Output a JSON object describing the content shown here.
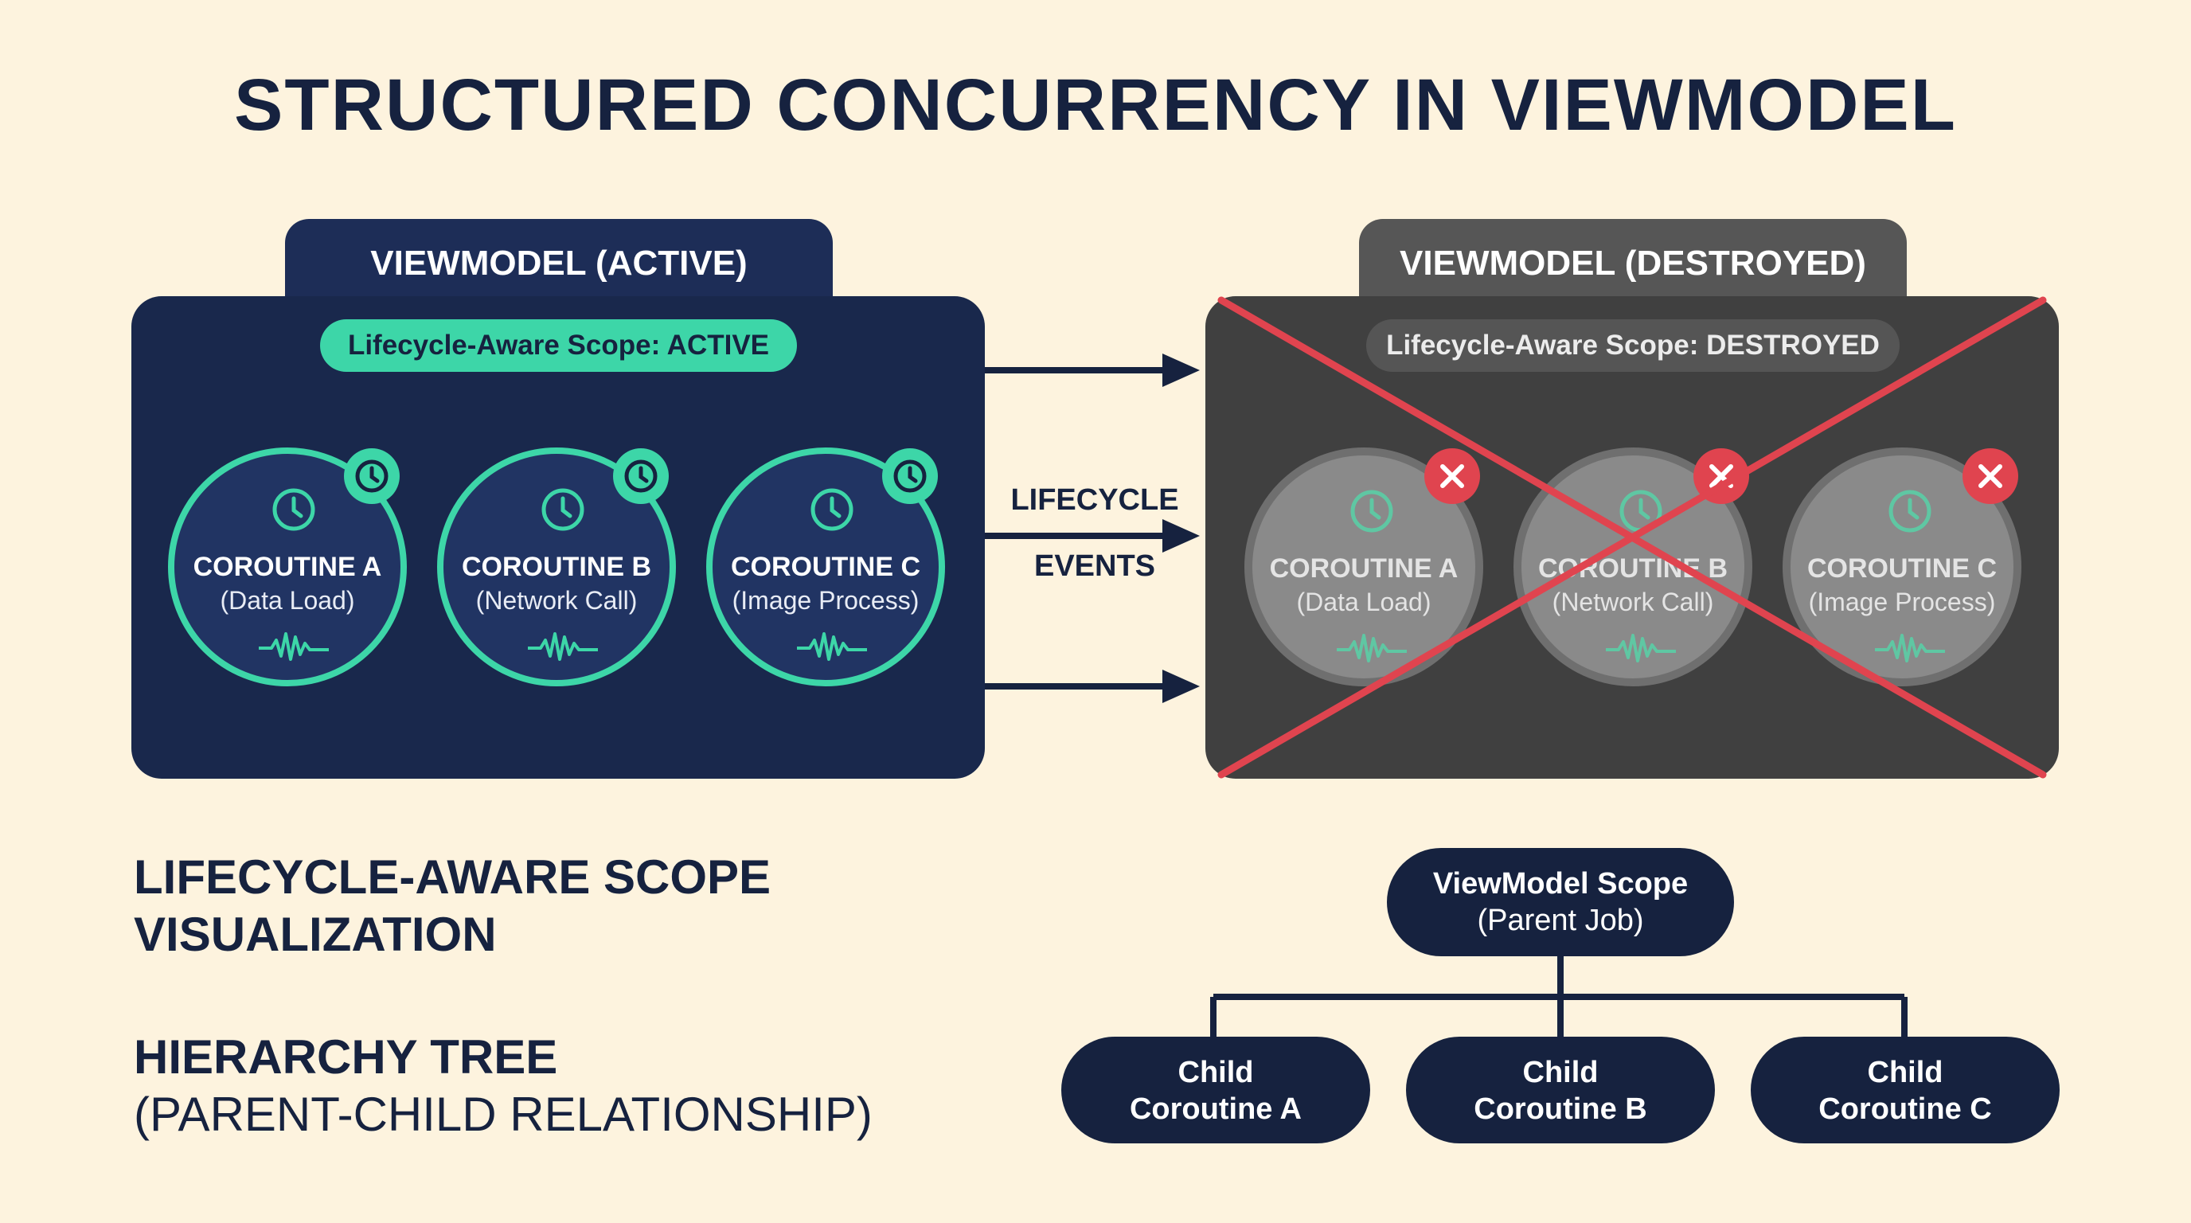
{
  "title": "STRUCTURED CONCURRENCY IN VIEWMODEL",
  "active_panel": {
    "tab_label": "VIEWMODEL (ACTIVE)",
    "scope_label": "Lifecycle-Aware Scope: ACTIVE",
    "coroutines": [
      {
        "name": "COROUTINE A",
        "task": "(Data Load)"
      },
      {
        "name": "COROUTINE B",
        "task": "(Network Call)"
      },
      {
        "name": "COROUTINE C",
        "task": "(Image Process)"
      }
    ]
  },
  "transition": {
    "line1": "LIFECYCLE",
    "line2": "EVENTS"
  },
  "destroyed_panel": {
    "tab_label": "VIEWMODEL (DESTROYED)",
    "scope_label": "Lifecycle-Aware Scope: DESTROYED",
    "coroutines": [
      {
        "name": "COROUTINE A",
        "task": "(Data Load)"
      },
      {
        "name": "COROUTINE B",
        "task": "(Network Call)"
      },
      {
        "name": "COROUTINE C",
        "task": "(Image Process)"
      }
    ]
  },
  "sections": {
    "scope_viz_line1": "LIFECYCLE-AWARE SCOPE",
    "scope_viz_line2": "VISUALIZATION",
    "tree_line1": "HIERARCHY TREE",
    "tree_line2": "(PARENT-CHILD RELATIONSHIP)"
  },
  "tree": {
    "parent": {
      "line1": "ViewModel Scope",
      "line2": "(Parent Job)"
    },
    "children": [
      {
        "line1": "Child",
        "line2": "Coroutine A"
      },
      {
        "line1": "Child",
        "line2": "Coroutine B"
      },
      {
        "line1": "Child",
        "line2": "Coroutine C"
      }
    ]
  },
  "colors": {
    "background": "#fdf3de",
    "navy": "#16223f",
    "accent_green": "#3dd6a8",
    "destroyed_gray": "#404040",
    "cancel_red": "#e0444f"
  },
  "icons": [
    "clock-icon",
    "waveform-icon",
    "close-icon",
    "arrow-right-icon"
  ]
}
